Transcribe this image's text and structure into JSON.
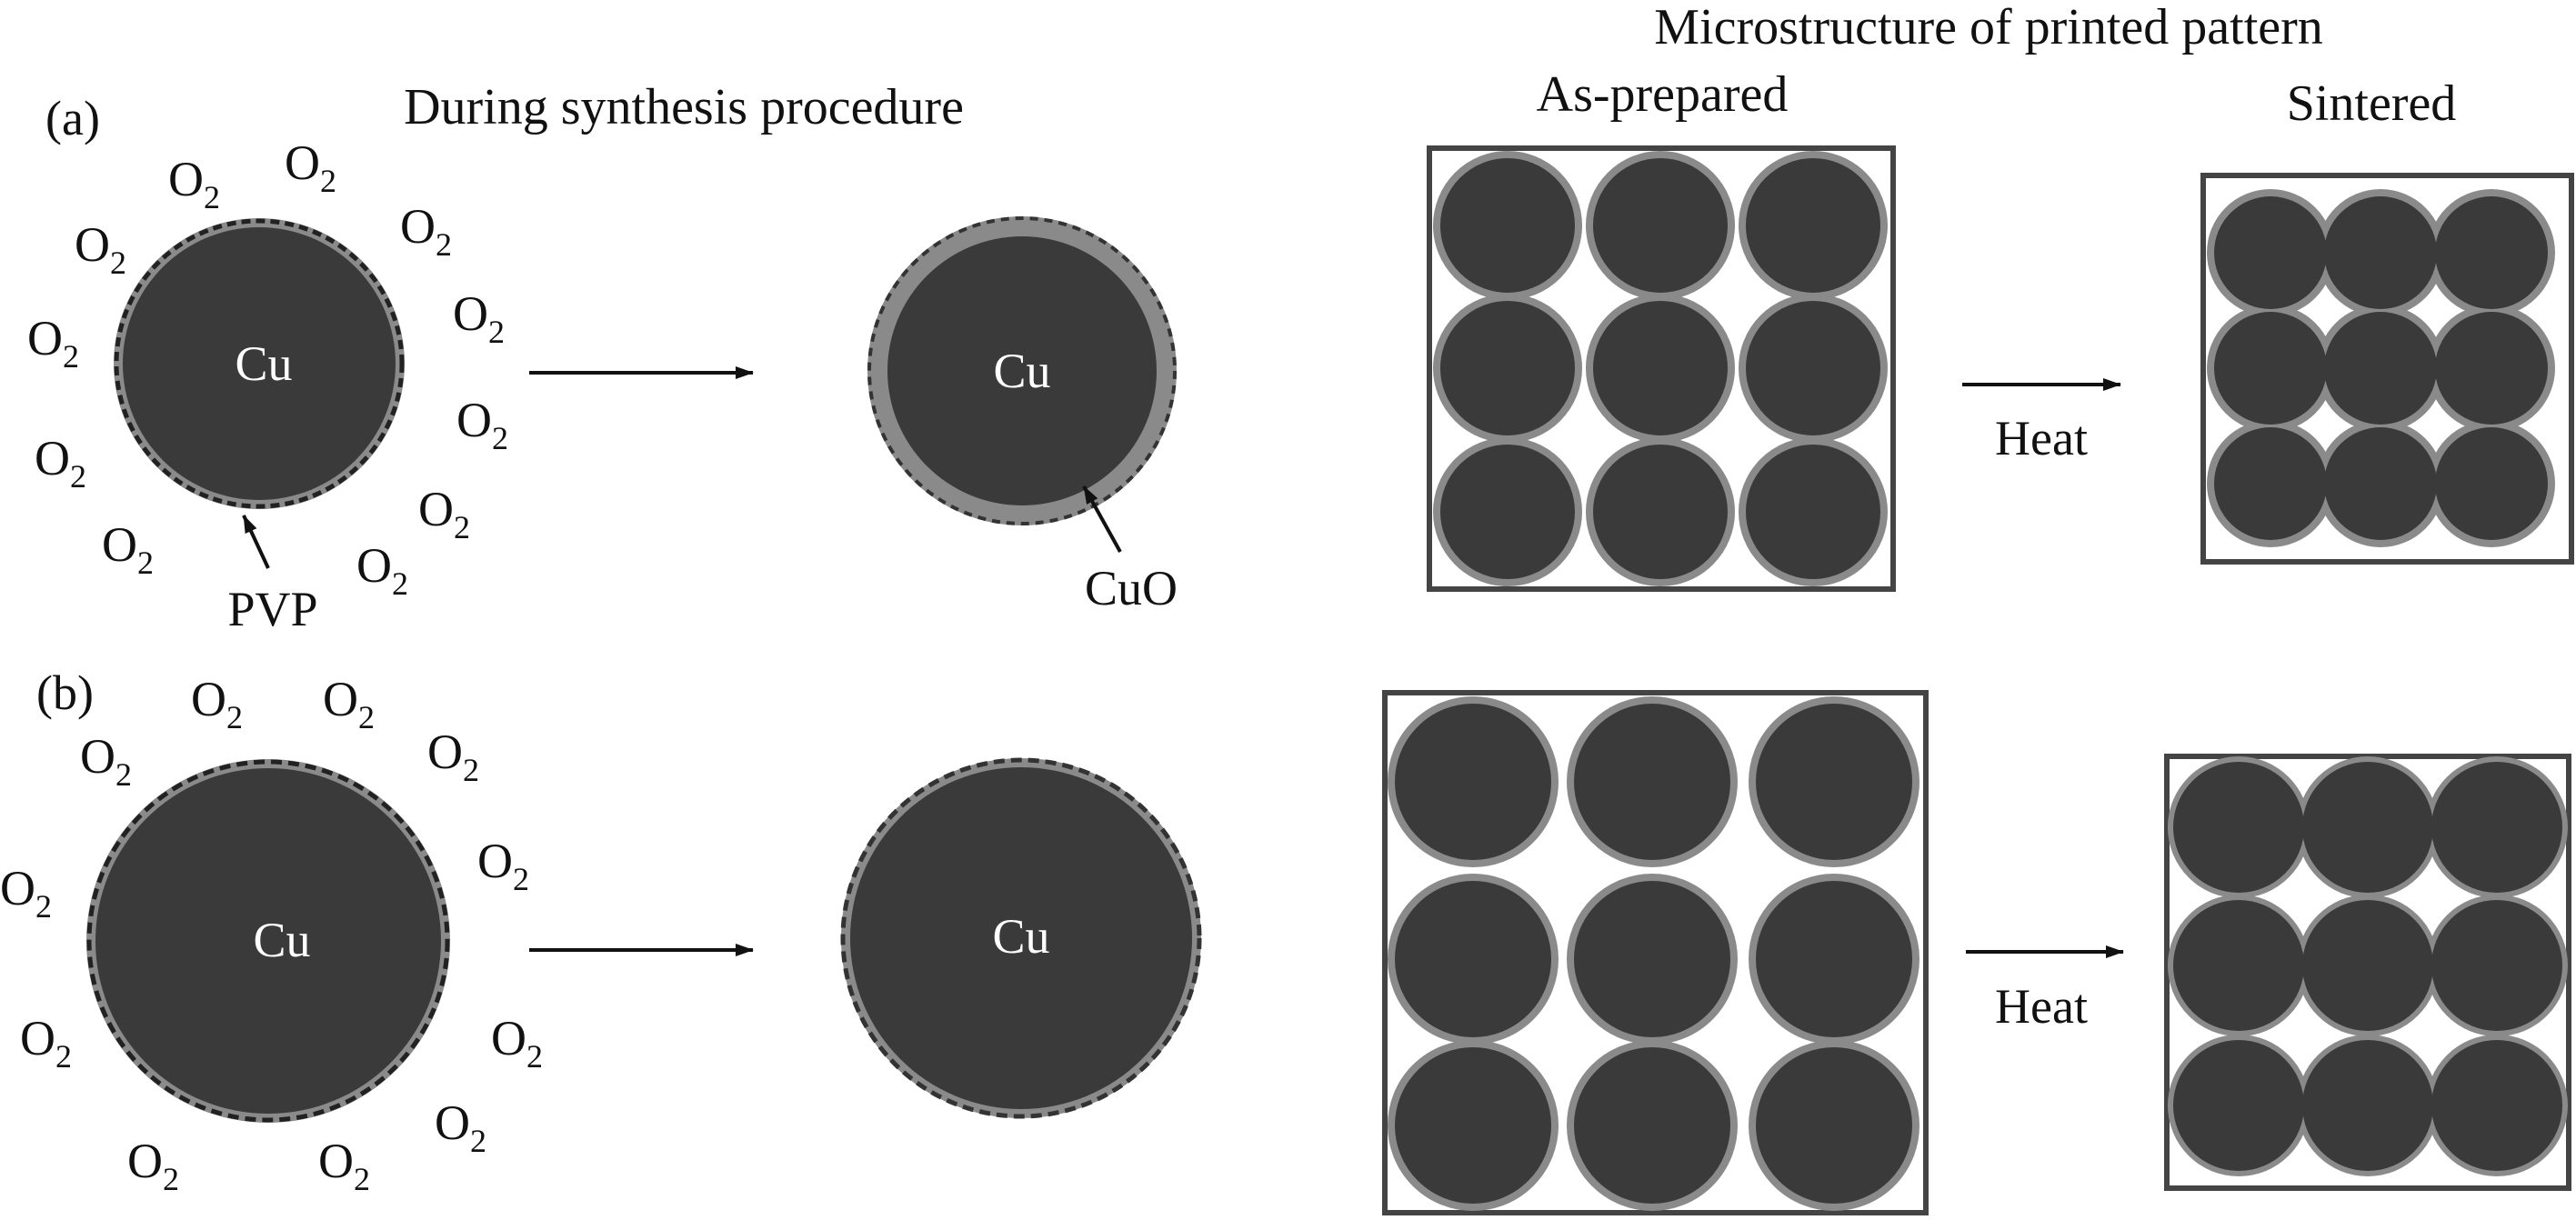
{
  "headers": {
    "synthesis": "During synthesis procedure",
    "microstructure": "Microstructure of printed pattern",
    "as_prepared": "As-prepared",
    "sintered": "Sintered"
  },
  "panel_labels": {
    "a": "(a)",
    "b": "(b)"
  },
  "labels": {
    "cu": "Cu",
    "pvp": "PVP",
    "cuo": "CuO",
    "heat": "Heat",
    "oxygen_base": "O",
    "oxygen_sub": "2"
  },
  "colors": {
    "particle_core": "#3a3a3a",
    "particle_shell": "#8a8a8a",
    "sintered_halo": "#8a8a8a",
    "frame": "#444444",
    "ink": "#111111",
    "background": "#ffffff"
  },
  "icons": [
    "arrow-right-icon",
    "pointer-arrow-icon"
  ]
}
